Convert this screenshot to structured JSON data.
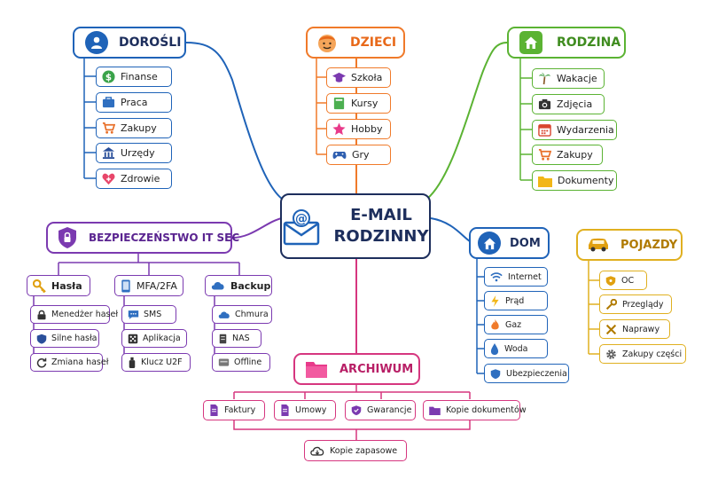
{
  "center": {
    "title_line1": "E-MAIL",
    "title_line2": "RODZINNY"
  },
  "dorosli": {
    "title": "DOROŚLI",
    "items": [
      "Finanse",
      "Praca",
      "Zakupy",
      "Urzędy",
      "Zdrowie"
    ]
  },
  "dzieci": {
    "title": "DZIECI",
    "items": [
      "Szkoła",
      "Kursy",
      "Hobby",
      "Gry"
    ]
  },
  "rodzina": {
    "title": "RODZINA",
    "items": [
      "Wakacje",
      "Zdjęcia",
      "Wydarzenia",
      "Zakupy",
      "Dokumenty"
    ]
  },
  "bezpieczenstwo": {
    "title": "BEZPIECZEŃSTWO IT SEC",
    "groups": [
      {
        "title": "Hasła",
        "items": [
          "Menedżer haseł",
          "Silne hasła",
          "Zmiana haseł"
        ]
      },
      {
        "title": "MFA/2FA",
        "items": [
          "SMS",
          "Aplikacja",
          "Klucz U2F"
        ]
      },
      {
        "title": "Backup",
        "items": [
          "Chmura",
          "NAS",
          "Offline"
        ]
      }
    ]
  },
  "dom": {
    "title": "DOM",
    "items": [
      "Internet",
      "Prąd",
      "Gaz",
      "Woda",
      "Ubezpieczenia"
    ]
  },
  "pojazdy": {
    "title": "POJAZDY",
    "items": [
      "OC",
      "Przeglądy",
      "Naprawy",
      "Zakupy części"
    ]
  },
  "archiwum": {
    "title": "ARCHIWUM",
    "items": [
      "Faktury",
      "Umowy",
      "Gwarancje",
      "Kopie dokumentów"
    ],
    "sub_item": "Kopie zapasowe"
  },
  "colors": {
    "blue": "#1f63b8",
    "orange": "#f07a2a",
    "green": "#5bb333",
    "purple": "#7b3ab0",
    "pink": "#d6367f",
    "gold": "#e0b020",
    "navy": "#1d2e5c"
  },
  "icons": {
    "center": "email-icon",
    "dorosli": "user-icon",
    "dzieci": "child-face-icon",
    "rodzina": "home-icon",
    "bezpieczenstwo": "shield-lock-icon",
    "dom": "home-icon",
    "pojazdy": "car-icon",
    "archiwum": "folder-icon"
  }
}
